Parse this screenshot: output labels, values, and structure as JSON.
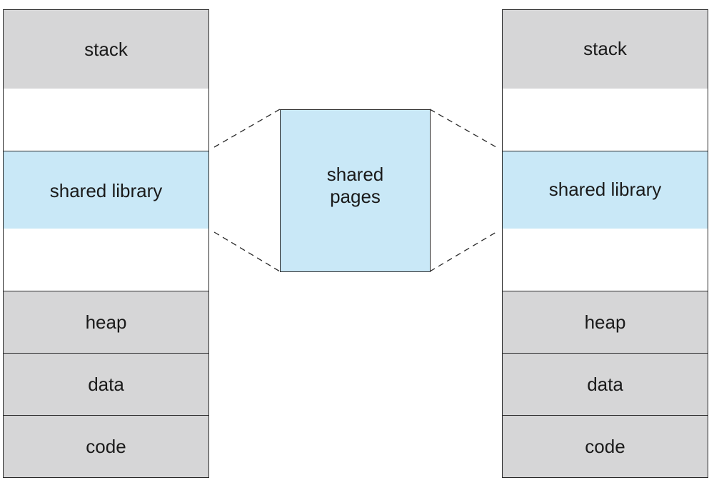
{
  "diagram": {
    "left_process": {
      "segments": {
        "stack": "stack",
        "shared_library": "shared library",
        "heap": "heap",
        "data": "data",
        "code": "code"
      }
    },
    "shared_pages": {
      "line1": "shared",
      "line2": "pages"
    },
    "right_process": {
      "segments": {
        "stack": "stack",
        "shared_library": "shared library",
        "heap": "heap",
        "data": "data",
        "code": "code"
      }
    },
    "colors": {
      "region_gray": "#d6d6d7",
      "shared_blue": "#c9e8f7",
      "border": "#2a2a2a"
    }
  }
}
